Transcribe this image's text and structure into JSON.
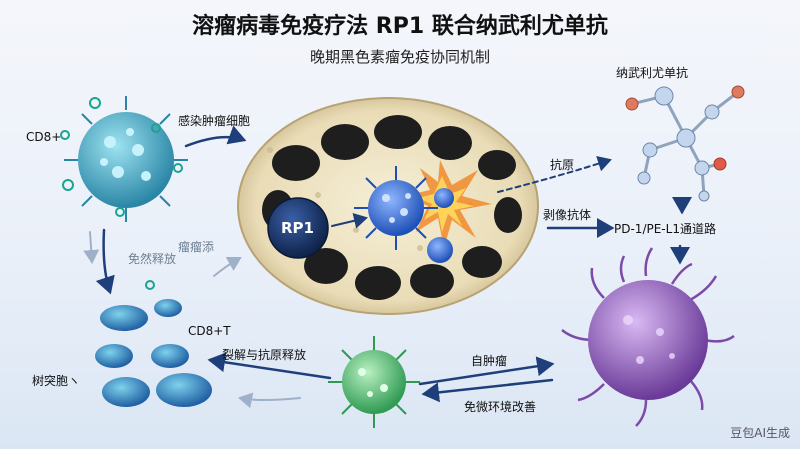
{
  "title": "溶瘤病毒免疫疗法 RP1 联合纳武利尤单抗",
  "subtitle": "晚期黑色素瘤免疫协同机制",
  "labels": {
    "cd8_top": "CD8+",
    "infect_tumor": "感染肿瘤细胞",
    "rp1": "RP1",
    "immune_release": "免然释放",
    "tumor_release": "瘤瘤添",
    "cd8_t": "CD8+T",
    "dendritic": "树突胞ヽ",
    "lysis_release": "裂解与抗原释放",
    "autologous_tumor": "自肿瘤",
    "microenv": "免微环境改善",
    "antigen": "抗原",
    "stripped_antibody": "剥像抗体",
    "nivolumab": "纳武利尤单抗",
    "pd_pathway": "PD-1/PE-L1通道路"
  },
  "watermark": "豆包AI生成",
  "colors": {
    "arrow": "#1f3f7a",
    "tumor_rim": "#e7dcb9",
    "tumor_cells": "#1e1e1e",
    "rp1": "#1a3566",
    "virus_blue": "#2f63c8",
    "virus_teal": "#2a8fb0",
    "virus_green": "#35a45a",
    "virus_purple": "#7d4aa8"
  }
}
